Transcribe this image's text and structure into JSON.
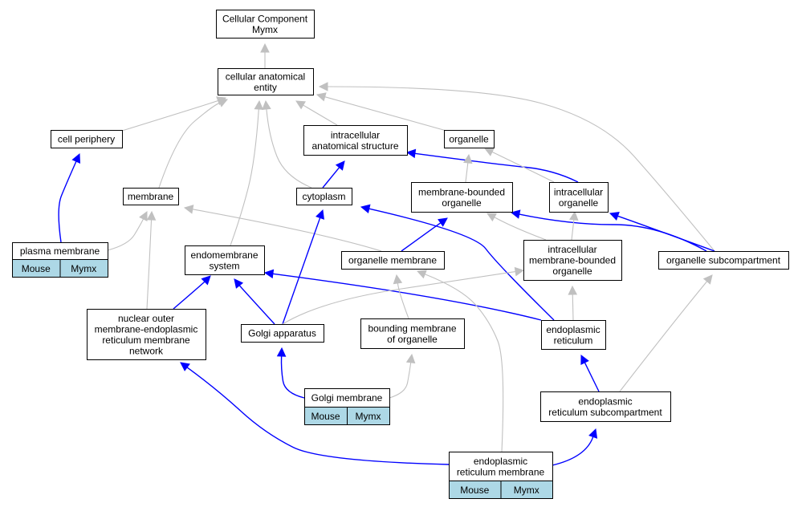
{
  "colors": {
    "is_a_edge": "#c0c0c0",
    "part_of_edge": "#0000ff",
    "node_border": "#000000",
    "node_fill": "#ffffff",
    "annotation_fill": "#add8e6"
  },
  "nodes": {
    "root": {
      "lines": [
        "Cellular Component",
        "Mymx"
      ]
    },
    "cae": {
      "lines": [
        "cellular anatomical",
        "entity"
      ]
    },
    "cell_periphery": {
      "lines": [
        "cell periphery"
      ]
    },
    "ias": {
      "lines": [
        "intracellular",
        "anatomical structure"
      ]
    },
    "organelle": {
      "lines": [
        "organelle"
      ]
    },
    "membrane": {
      "lines": [
        "membrane"
      ]
    },
    "cytoplasm": {
      "lines": [
        "cytoplasm"
      ]
    },
    "mbo": {
      "lines": [
        "membrane-bounded",
        "organelle"
      ]
    },
    "io": {
      "lines": [
        "intracellular",
        "organelle"
      ]
    },
    "plasma_membrane": {
      "lines": [
        "plasma membrane"
      ],
      "annotations": [
        "Mouse",
        "Mymx"
      ]
    },
    "endomembrane": {
      "lines": [
        "endomembrane",
        "system"
      ]
    },
    "organelle_membrane": {
      "lines": [
        "organelle membrane"
      ]
    },
    "imbo": {
      "lines": [
        "intracellular",
        "membrane-bounded",
        "organelle"
      ]
    },
    "osc": {
      "lines": [
        "organelle subcompartment"
      ]
    },
    "nuclear_outer": {
      "lines": [
        "nuclear outer",
        "membrane-endoplasmic",
        "reticulum membrane",
        "network"
      ]
    },
    "golgi_apparatus": {
      "lines": [
        "Golgi apparatus"
      ]
    },
    "bounding_membrane": {
      "lines": [
        "bounding membrane",
        "of organelle"
      ]
    },
    "er": {
      "lines": [
        "endoplasmic",
        "reticulum"
      ]
    },
    "golgi_membrane": {
      "lines": [
        "Golgi membrane"
      ],
      "annotations": [
        "Mouse",
        "Mymx"
      ]
    },
    "er_sub": {
      "lines": [
        "endoplasmic",
        "reticulum subcompartment"
      ]
    },
    "erm": {
      "lines": [
        "endoplasmic",
        "reticulum membrane"
      ],
      "annotations": [
        "Mouse",
        "Mymx"
      ]
    }
  },
  "edges": [
    {
      "from": "cae",
      "to": "root",
      "type": "is_a"
    },
    {
      "from": "cell_periphery",
      "to": "cae",
      "type": "is_a"
    },
    {
      "from": "ias",
      "to": "cae",
      "type": "is_a"
    },
    {
      "from": "organelle",
      "to": "cae",
      "type": "is_a"
    },
    {
      "from": "membrane",
      "to": "cae",
      "type": "is_a"
    },
    {
      "from": "cytoplasm",
      "to": "cae",
      "type": "is_a"
    },
    {
      "from": "endomembrane",
      "to": "cae",
      "type": "is_a"
    },
    {
      "from": "osc",
      "to": "cae",
      "type": "is_a"
    },
    {
      "from": "plasma_membrane",
      "to": "cell_periphery",
      "type": "part_of"
    },
    {
      "from": "plasma_membrane",
      "to": "membrane",
      "type": "is_a"
    },
    {
      "from": "cytoplasm",
      "to": "ias",
      "type": "part_of"
    },
    {
      "from": "io",
      "to": "ias",
      "type": "part_of"
    },
    {
      "from": "mbo",
      "to": "organelle",
      "type": "is_a"
    },
    {
      "from": "io",
      "to": "organelle",
      "type": "is_a"
    },
    {
      "from": "organelle_membrane",
      "to": "membrane",
      "type": "is_a"
    },
    {
      "from": "nuclear_outer",
      "to": "membrane",
      "type": "is_a"
    },
    {
      "from": "organelle_membrane",
      "to": "mbo",
      "type": "part_of"
    },
    {
      "from": "imbo",
      "to": "mbo",
      "type": "is_a"
    },
    {
      "from": "osc",
      "to": "mbo",
      "type": "part_of"
    },
    {
      "from": "imbo",
      "to": "io",
      "type": "is_a"
    },
    {
      "from": "osc",
      "to": "io",
      "type": "part_of"
    },
    {
      "from": "golgi_apparatus",
      "to": "cytoplasm",
      "type": "part_of"
    },
    {
      "from": "er",
      "to": "cytoplasm",
      "type": "part_of"
    },
    {
      "from": "golgi_apparatus",
      "to": "endomembrane",
      "type": "part_of"
    },
    {
      "from": "er",
      "to": "endomembrane",
      "type": "part_of"
    },
    {
      "from": "nuclear_outer",
      "to": "endomembrane",
      "type": "part_of"
    },
    {
      "from": "golgi_apparatus",
      "to": "imbo",
      "type": "is_a"
    },
    {
      "from": "er",
      "to": "imbo",
      "type": "is_a"
    },
    {
      "from": "bounding_membrane",
      "to": "organelle_membrane",
      "type": "is_a"
    },
    {
      "from": "erm",
      "to": "organelle_membrane",
      "type": "is_a"
    },
    {
      "from": "er_sub",
      "to": "osc",
      "type": "is_a"
    },
    {
      "from": "er_sub",
      "to": "er",
      "type": "part_of"
    },
    {
      "from": "golgi_membrane",
      "to": "golgi_apparatus",
      "type": "part_of"
    },
    {
      "from": "golgi_membrane",
      "to": "bounding_membrane",
      "type": "is_a"
    },
    {
      "from": "erm",
      "to": "nuclear_outer",
      "type": "part_of"
    },
    {
      "from": "erm",
      "to": "er_sub",
      "type": "part_of"
    }
  ]
}
